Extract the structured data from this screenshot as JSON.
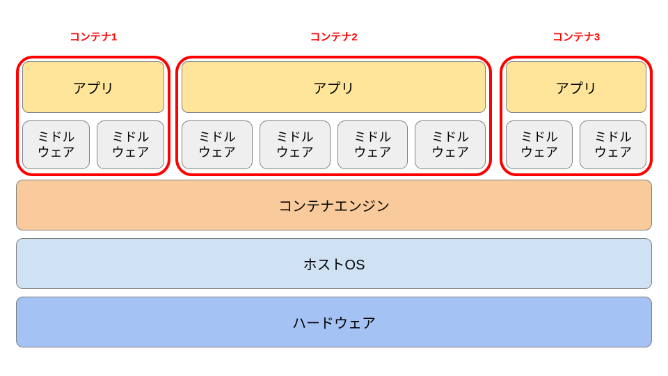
{
  "diagram": {
    "title": "container-architecture-stack",
    "containers": [
      {
        "label": "コンテナ1",
        "app": "アプリ",
        "middleware": [
          "ミドル\nウェア",
          "ミドル\nウェア"
        ]
      },
      {
        "label": "コンテナ2",
        "app": "アプリ",
        "middleware": [
          "ミドル\nウェア",
          "ミドル\nウェア",
          "ミドル\nウェア",
          "ミドル\nウェア"
        ]
      },
      {
        "label": "コンテナ3",
        "app": "アプリ",
        "middleware": [
          "ミドル\nウェア",
          "ミドル\nウェア"
        ]
      }
    ],
    "layers": [
      {
        "label": "コンテナエンジン"
      },
      {
        "label": "ホストOS"
      },
      {
        "label": "ハードウェア"
      }
    ],
    "colors": {
      "container_outline": "#ff0000",
      "container_label_text": "#ff0000",
      "app_box_fill": "#ffe599",
      "middleware_box_fill": "#efefef",
      "container_engine_fill": "#f9cb9c",
      "host_os_fill": "#cfe2f3",
      "hardware_fill": "#a4c2f4",
      "box_border": "#7f7f7f",
      "text": "#000000",
      "background": "#ffffff"
    }
  }
}
